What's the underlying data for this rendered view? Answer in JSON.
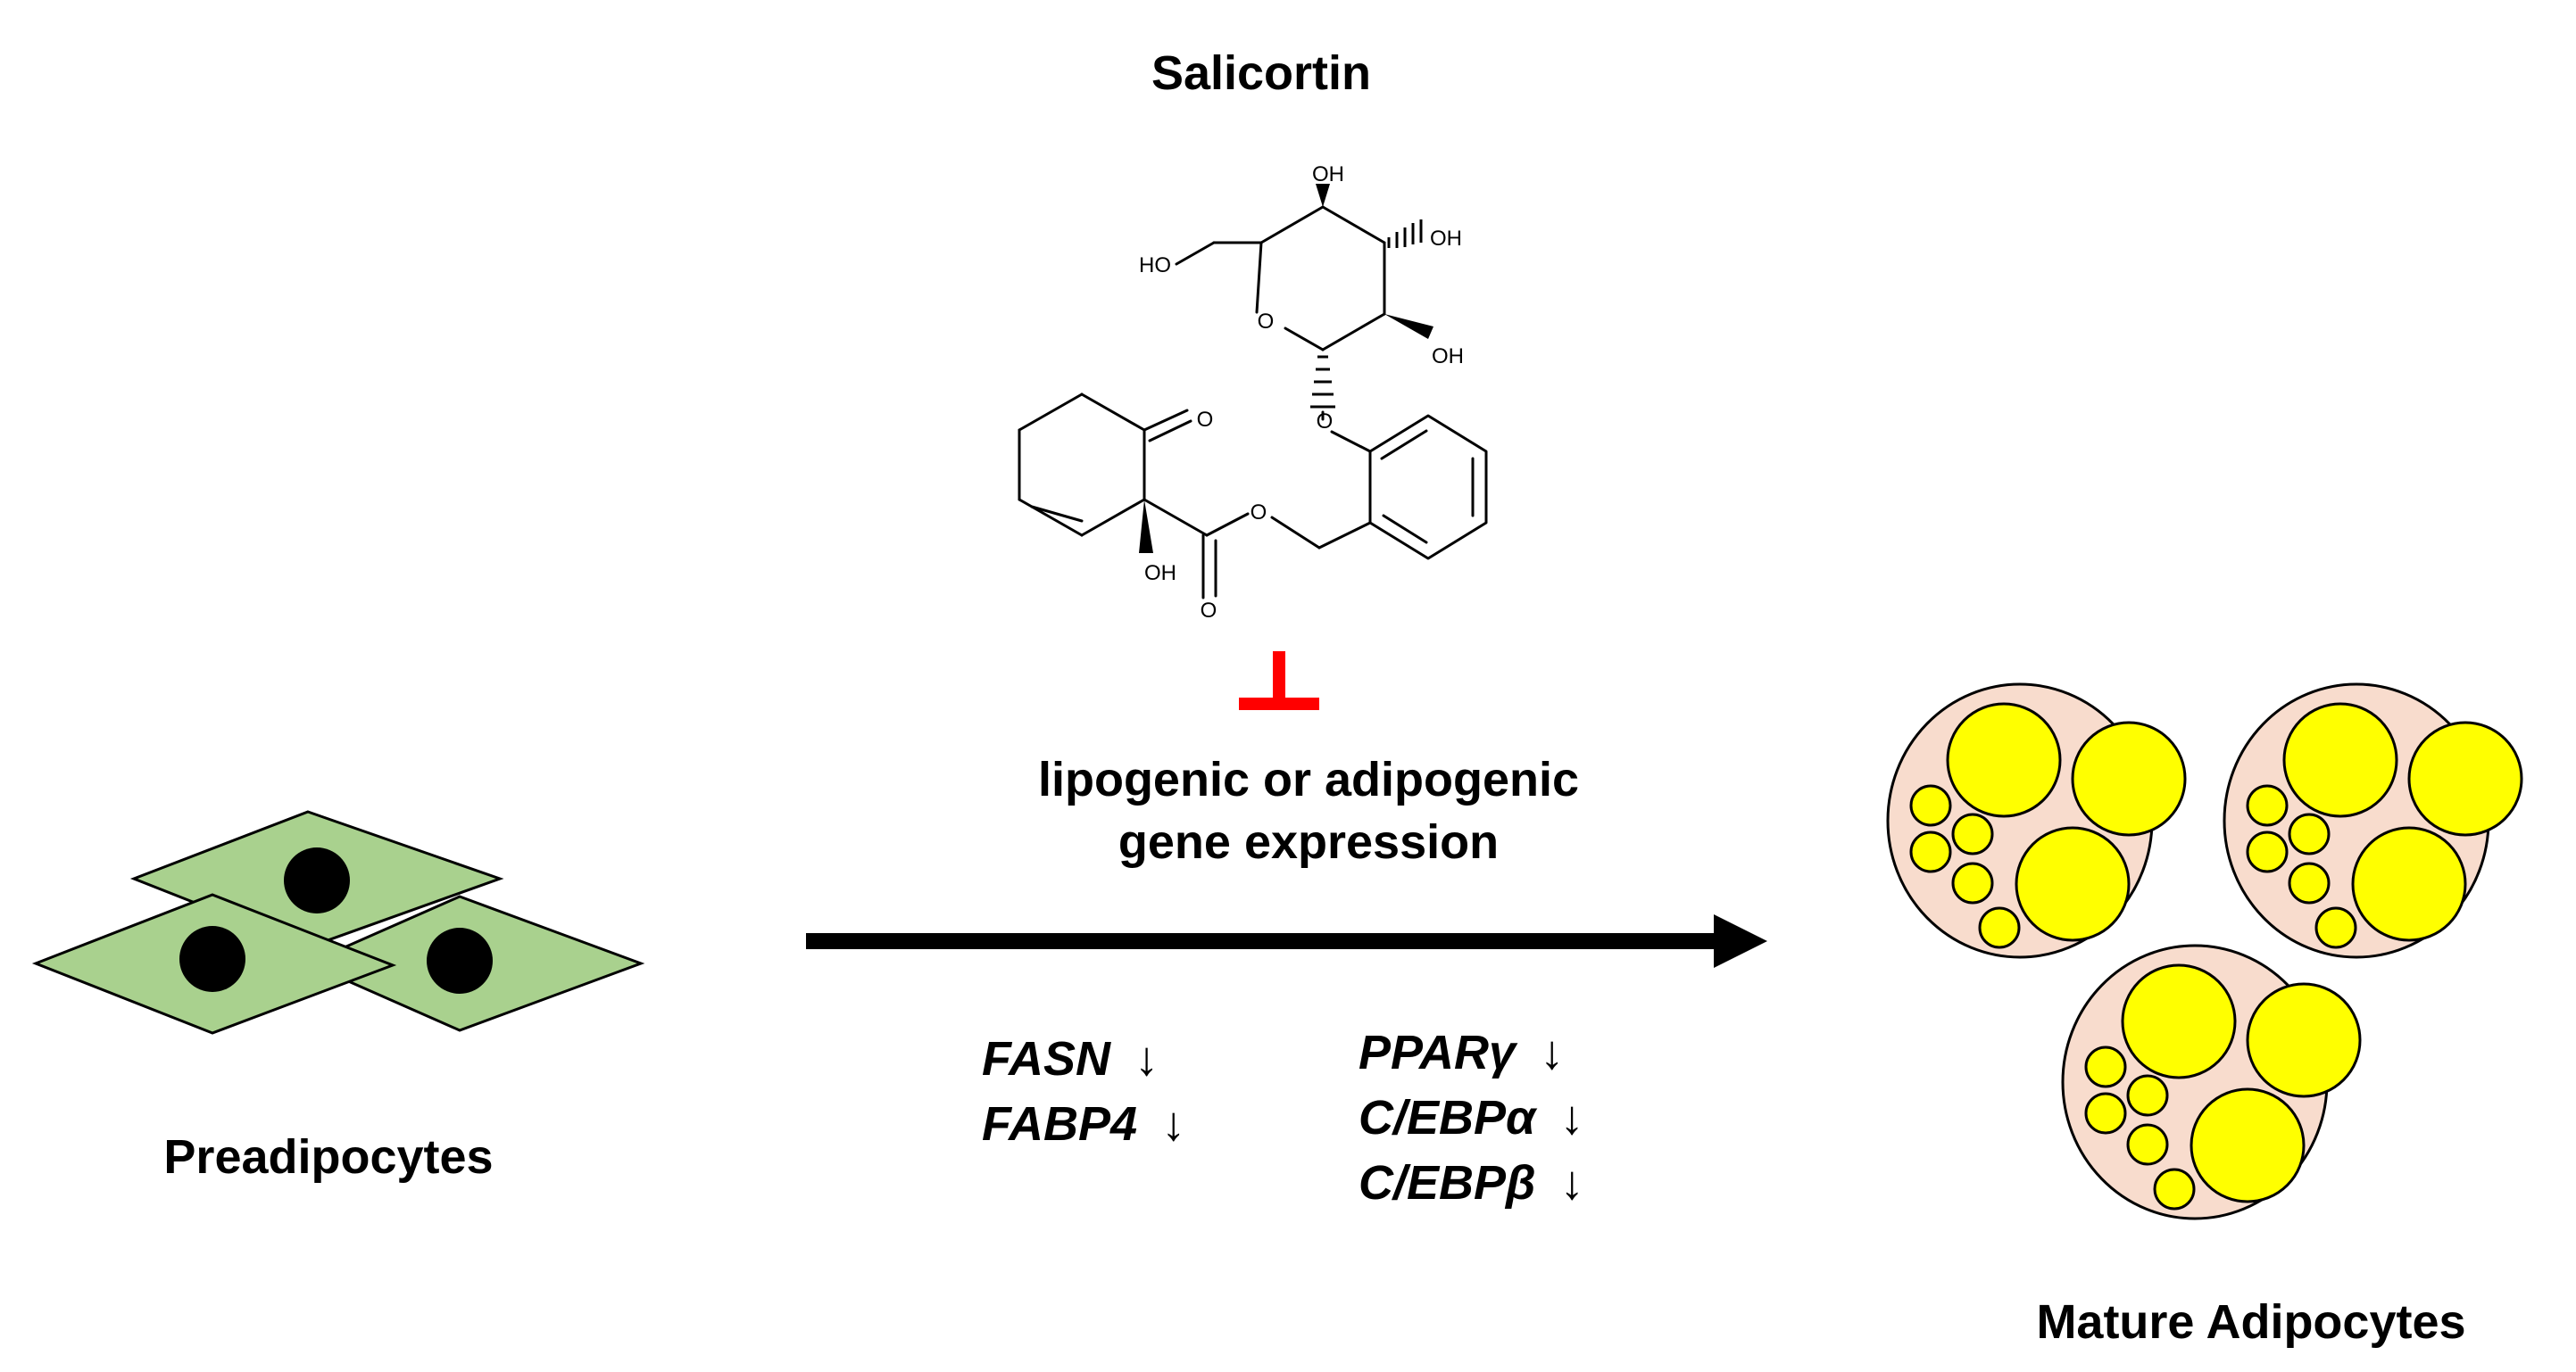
{
  "compound": {
    "name": "Salicortin",
    "atoms": {
      "hydroxyl": "OH",
      "hydroxyl_left": "HO",
      "oxygen": "O"
    }
  },
  "process": {
    "line1": "lipogenic or adipogenic",
    "line2": "gene expression"
  },
  "genes": {
    "left": [
      {
        "name": "FASN",
        "arrow": "↓"
      },
      {
        "name": "FABP4",
        "arrow": "↓"
      }
    ],
    "right": [
      {
        "name": "PPARγ",
        "arrow": "↓"
      },
      {
        "name": "C/EBPα",
        "arrow": "↓"
      },
      {
        "name": "C/EBPβ",
        "arrow": "↓"
      }
    ]
  },
  "labels": {
    "start": "Preadipocytes",
    "end": "Mature Adipocytes"
  },
  "colors": {
    "preadipocyte_fill": "#a9d18e",
    "nucleus": "#000000",
    "adipocyte_fill": "#f8dccd",
    "lipid_droplet": "#ffff00",
    "inhibition": "#ff0000",
    "arrow": "#000000"
  }
}
